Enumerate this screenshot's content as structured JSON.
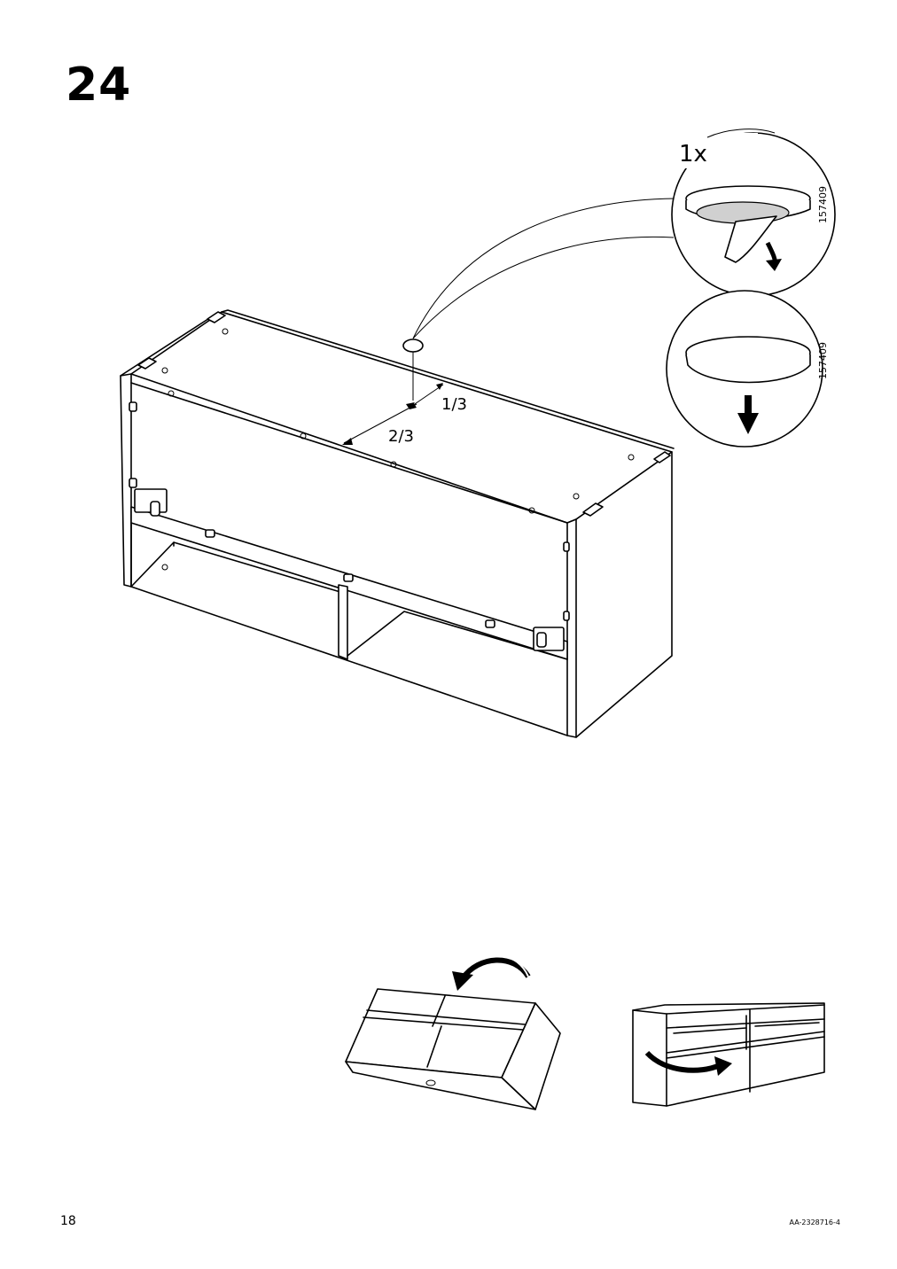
{
  "step": {
    "number": "24"
  },
  "detail": {
    "quantity": "1x",
    "part_number_top": "157409",
    "part_number_bottom": "157409"
  },
  "measurements": {
    "near": "1/3",
    "far": "2/3"
  },
  "footer": {
    "page_number": "18",
    "doc_code": "AA-2328716-4"
  },
  "icons": [
    "peel-arrow-icon",
    "press-down-arrow-icon",
    "flip-arrow-icon",
    "rotate-arrow-icon"
  ]
}
